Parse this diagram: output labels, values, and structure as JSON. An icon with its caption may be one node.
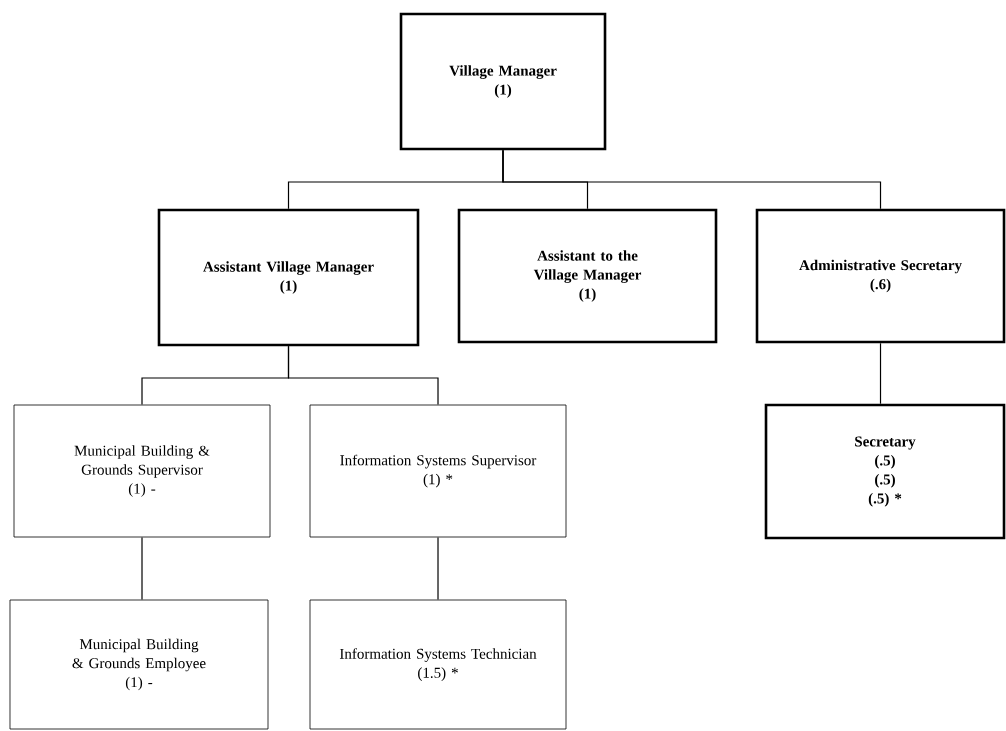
{
  "diagram": {
    "nodes": [
      {
        "text": [
          "Village Manager",
          "(1)"
        ]
      },
      {
        "text": [
          "Assistant Village Manager",
          "(1)"
        ]
      },
      {
        "text": [
          "Assistant to the Village Manager",
          "(1)"
        ]
      },
      {
        "text": [
          "Administrative Secretary",
          "(.6)"
        ]
      },
      {
        "text": [
          "Municipal Building & Grounds Supervisor",
          "(1) -"
        ]
      },
      {
        "text": [
          "Information Systems Supervisor",
          "(1) *"
        ]
      },
      {
        "text": [
          "Secretary",
          "(.5)",
          "(.5)",
          "(.5) *"
        ]
      },
      {
        "text": [
          "Municipal Building & Grounds Employee",
          "(1) -"
        ]
      },
      {
        "text": [
          "Information Systems Technician",
          "(1.5) *"
        ]
      }
    ],
    "edges": [
      {
        "from": 0,
        "to": 1,
        "arrow": "none"
      },
      {
        "from": 0,
        "to": 2,
        "arrow": "none"
      },
      {
        "from": 0,
        "to": 3,
        "arrow": "none"
      },
      {
        "from": 1,
        "to": 4,
        "arrow": "none"
      },
      {
        "from": 1,
        "to": 5,
        "arrow": "none"
      },
      {
        "from": 3,
        "to": 6,
        "arrow": "none"
      },
      {
        "from": 4,
        "to": 7,
        "arrow": "none"
      },
      {
        "from": 5,
        "to": 8,
        "arrow": "none"
      }
    ]
  }
}
